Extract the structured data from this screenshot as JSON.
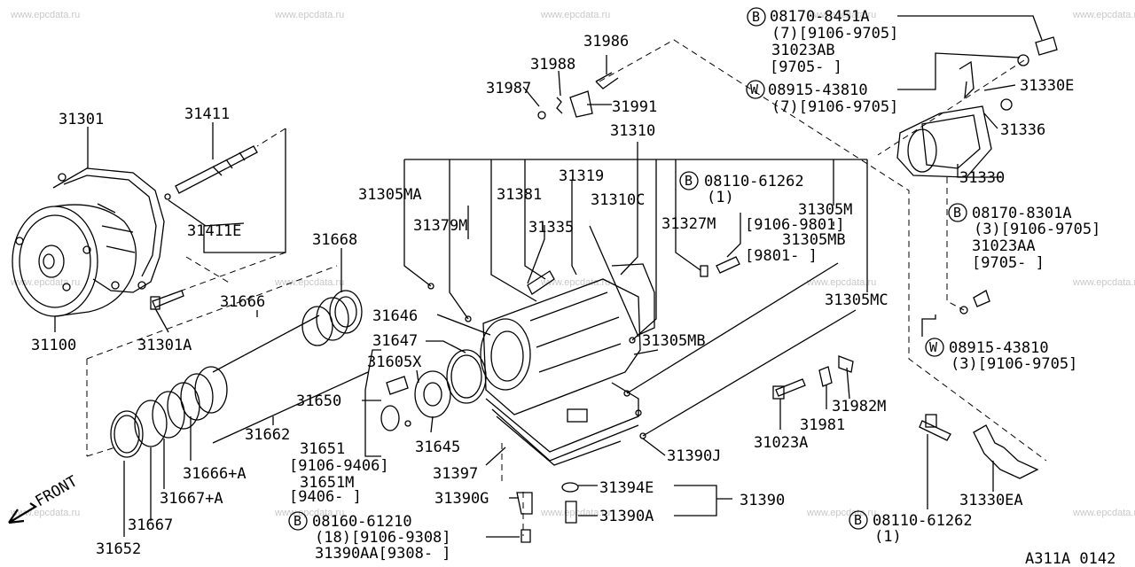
{
  "watermark": "www.epcdata.ru",
  "front_label": "FRONT",
  "diagram_code": "A311A 0142",
  "labels": {
    "badge_b": "B",
    "badge_w": "W",
    "p31301": "31301",
    "p31411": "31411",
    "p31411e": "31411E",
    "p31100": "31100",
    "p31301a": "31301A",
    "p31668": "31668",
    "p31666": "31666",
    "p31662": "31662",
    "p31666a": "31666+A",
    "p31667a": "31667+A",
    "p31667": "31667",
    "p31652": "31652",
    "p31646": "31646",
    "p31647": "31647",
    "p31605x": "31605X",
    "p31650": "31650",
    "p31645": "31645",
    "p31397": "31397",
    "p31651": "31651",
    "p31651_range": "[9106-9406]",
    "p31651m": "31651M",
    "p31651m_range": "[9406-    ]",
    "p31390g": "31390G",
    "p08160": "08160-61210",
    "p08160_qty": "(18)[9106-9308]",
    "p31390aa": "31390AA[9308-    ]",
    "p31986": "31986",
    "p31988": "31988",
    "p31987": "31987",
    "p31991": "31991",
    "p31310": "31310",
    "p31319": "31319",
    "p31305ma": "31305MA",
    "p31381": "31381",
    "p31310c": "31310C",
    "p31379m": "31379M",
    "p31335": "31335",
    "p31327m": "31327M",
    "p08110_top": "08110-61262",
    "p08110_top_qty": "(1)",
    "p31305m": "31305M",
    "p31305m_range": "[9106-9801]",
    "p31305mb_top": "31305MB",
    "p31305mb_range": "[9801-    ]",
    "p31305mc": "31305MC",
    "p31305mb": "31305MB",
    "p31390j": "31390J",
    "p31394e": "31394E",
    "p31390a": "31390A",
    "p31390": "31390",
    "p31023a": "31023A",
    "p31981": "31981",
    "p31982m": "31982M",
    "p08170_8451": "08170-8451A",
    "p08170_8451_qty": "(7)[9106-9705]",
    "p31023ab": "31023AB",
    "p31023ab_range": "[9705-    ]",
    "p08915_top": "08915-43810",
    "p08915_top_qty": "(7)[9106-9705]",
    "p31330e": "31330E",
    "p31336": "31336",
    "p31330": "31330",
    "p08170_8301": "08170-8301A",
    "p08170_8301_qty": "(3)[9106-9705]",
    "p31023aa": "31023AA",
    "p31023aa_range": "[9705-    ]",
    "p08915_bot": "08915-43810",
    "p08915_bot_qty": "(3)[9106-9705]",
    "p31330ea": "31330EA",
    "p08110_bot": "08110-61262",
    "p08110_bot_qty": "(1)"
  }
}
